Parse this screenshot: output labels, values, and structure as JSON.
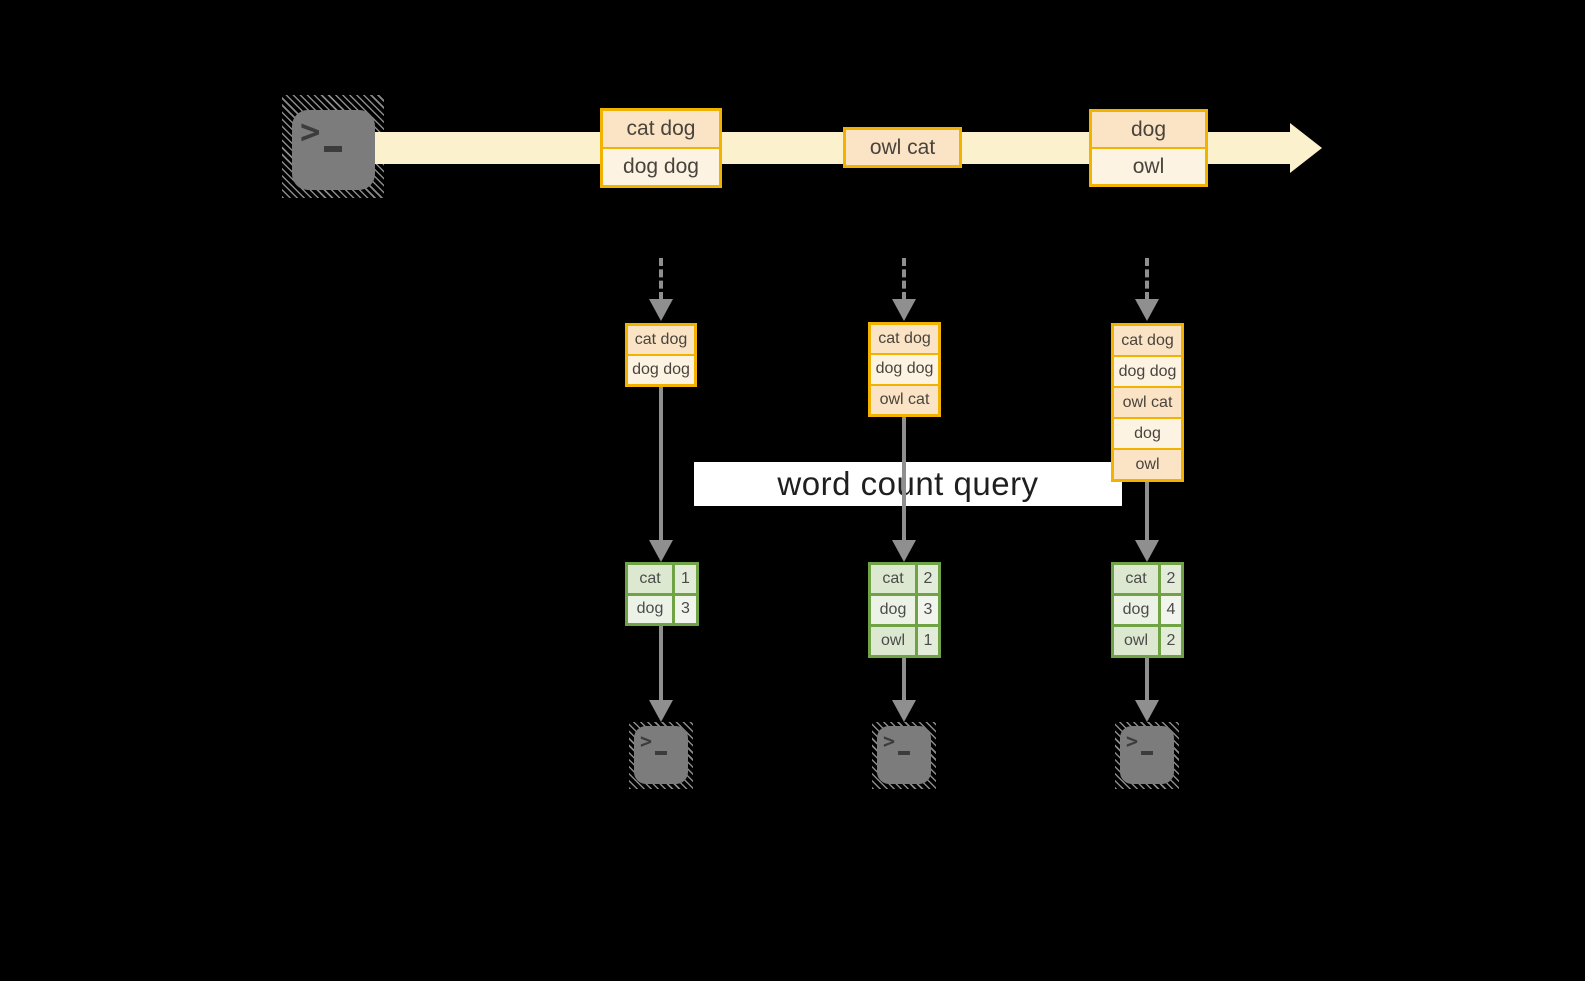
{
  "diagram": {
    "title_banner": "word count query",
    "terminal_prompt": ">",
    "stream_records": [
      {
        "rows": [
          "cat dog",
          "dog dog"
        ]
      },
      {
        "rows": [
          "owl cat"
        ]
      },
      {
        "rows": [
          "dog",
          "owl"
        ]
      }
    ],
    "columns": [
      {
        "buffer_rows": [
          "cat dog",
          "dog dog"
        ],
        "counts": [
          {
            "word": "cat",
            "count": "1"
          },
          {
            "word": "dog",
            "count": "3"
          }
        ]
      },
      {
        "buffer_rows": [
          "cat dog",
          "dog dog",
          "owl cat"
        ],
        "counts": [
          {
            "word": "cat",
            "count": "2"
          },
          {
            "word": "dog",
            "count": "3"
          },
          {
            "word": "owl",
            "count": "1"
          }
        ]
      },
      {
        "buffer_rows": [
          "cat dog",
          "dog dog",
          "owl cat",
          "dog",
          "owl"
        ],
        "counts": [
          {
            "word": "cat",
            "count": "2"
          },
          {
            "word": "dog",
            "count": "4"
          },
          {
            "word": "owl",
            "count": "2"
          }
        ]
      }
    ],
    "colors": {
      "background": "#000000",
      "stream_band": "#fbf1cd",
      "record_border": "#f2b200",
      "record_fill_a": "#fbe3c6",
      "record_fill_b": "#fdf3e3",
      "table_border": "#6fa345",
      "table_fill_a": "#dde8d0",
      "table_fill_b": "#edf2e6",
      "connector_gray": "#8f8f8f",
      "terminal_gray": "#7c7c7c",
      "banner_bg": "#ffffff"
    }
  }
}
